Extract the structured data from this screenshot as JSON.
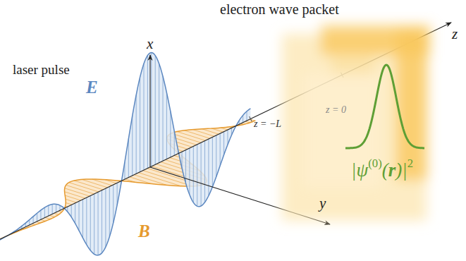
{
  "diagram": {
    "labels": [
      "electron wave packet",
      "laser pulse",
      "x",
      "y",
      "z",
      "E",
      "B",
      "z = −L",
      "z = 0",
      "|ψ(0)(r)|2"
    ]
  }
}
